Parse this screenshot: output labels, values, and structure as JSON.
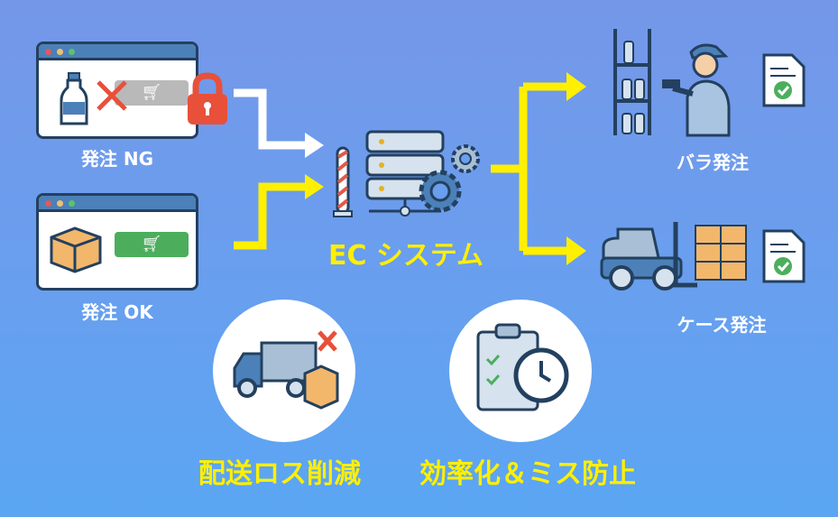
{
  "order_ng": {
    "label": "発注 NG"
  },
  "order_ok": {
    "label": "発注 OK"
  },
  "system": {
    "label": "EC システム"
  },
  "outputs": [
    {
      "label": "バラ発注"
    },
    {
      "label": "ケース発注"
    }
  ],
  "benefits": [
    {
      "label": "配送ロス削減"
    },
    {
      "label": "効率化＆ミス防止"
    }
  ],
  "colors": {
    "accent": "#ffef00",
    "ng": "#e8503a",
    "ok": "#4cae5c",
    "navy": "#23405f"
  }
}
